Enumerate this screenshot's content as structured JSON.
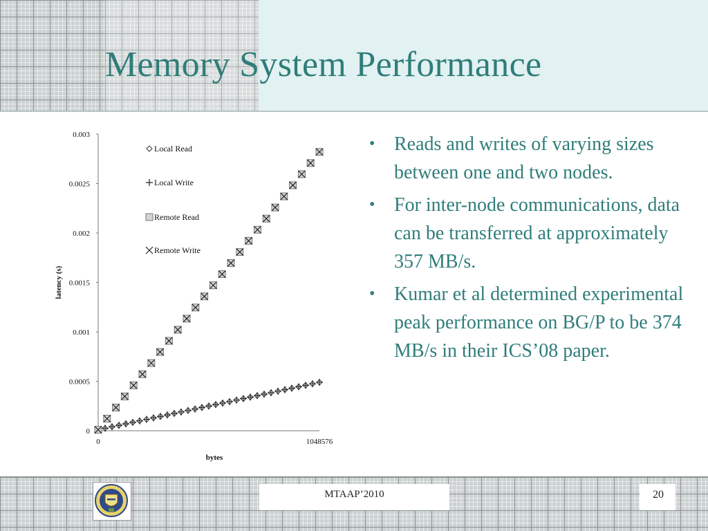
{
  "slide": {
    "title": "Memory System Performance",
    "footer_text": "MTAAP’2010",
    "page_number": "20"
  },
  "bullets": [
    "Reads and writes of varying sizes between one and two nodes.",
    "For inter-node communications, data can be transferred at approximately 357 MB/s.",
    "Kumar et al determined experimental peak performance on BG/P to be 374 MB/s in their ICS’08 paper."
  ],
  "icons": {
    "logo": "university-seal-icon",
    "bullet": "bullet-dot-icon"
  },
  "colors": {
    "title": "#2f7d7a",
    "text": "#2f7d7a",
    "header_band": "#e2f1f1",
    "grid": "#ccd1d1"
  },
  "chart_data": {
    "type": "scatter",
    "xlabel": "bytes",
    "ylabel": "latency (s)",
    "xlim": [
      0,
      1048576
    ],
    "ylim": [
      0,
      0.003
    ],
    "x_ticks": [
      "0",
      "1048576"
    ],
    "y_ticks": [
      "0",
      "0.0005",
      "0.001",
      "0.0015",
      "0.002",
      "0.0025",
      "0.003"
    ],
    "grid": false,
    "legend_position": "top-left-inside",
    "series": [
      {
        "name": "Local Read",
        "marker": "diamond",
        "x": [
          1,
          32768,
          65536,
          98304,
          131072,
          163840,
          196608,
          229376,
          262144,
          294912,
          327680,
          360448,
          393216,
          425984,
          458752,
          491520,
          524288,
          557056,
          589824,
          622592,
          655360,
          688128,
          720896,
          753664,
          786432,
          819200,
          851968,
          884736,
          917504,
          950272,
          983040,
          1015808,
          1048576
        ],
        "y": [
          1e-05,
          2.5e-05,
          4e-05,
          5.5e-05,
          7e-05,
          8.5e-05,
          0.0001,
          0.000115,
          0.00013,
          0.000145,
          0.00016,
          0.000175,
          0.00019,
          0.000205,
          0.00022,
          0.000235,
          0.00025,
          0.000265,
          0.00028,
          0.000295,
          0.00031,
          0.000325,
          0.00034,
          0.000355,
          0.00037,
          0.000385,
          0.0004,
          0.000415,
          0.00043,
          0.000445,
          0.00046,
          0.000475,
          0.00049
        ]
      },
      {
        "name": "Local Write",
        "marker": "plus",
        "x": [
          1,
          32768,
          65536,
          98304,
          131072,
          163840,
          196608,
          229376,
          262144,
          294912,
          327680,
          360448,
          393216,
          425984,
          458752,
          491520,
          524288,
          557056,
          589824,
          622592,
          655360,
          688128,
          720896,
          753664,
          786432,
          819200,
          851968,
          884736,
          917504,
          950272,
          983040,
          1015808,
          1048576
        ],
        "y": [
          1e-05,
          2.5e-05,
          4e-05,
          5.5e-05,
          7e-05,
          8.5e-05,
          0.0001,
          0.000115,
          0.00013,
          0.000145,
          0.00016,
          0.000175,
          0.00019,
          0.000205,
          0.00022,
          0.000235,
          0.00025,
          0.000265,
          0.00028,
          0.000295,
          0.00031,
          0.000325,
          0.00034,
          0.000355,
          0.00037,
          0.000385,
          0.0004,
          0.000415,
          0.00043,
          0.000445,
          0.00046,
          0.000475,
          0.00049
        ]
      },
      {
        "name": "Remote Read",
        "marker": "square",
        "x": [
          1,
          1048576
        ],
        "y": [
          1e-05,
          0.00282
        ]
      },
      {
        "name": "Remote Write",
        "marker": "x",
        "x": [
          1,
          1048576
        ],
        "y": [
          1e-05,
          0.00282
        ]
      }
    ]
  }
}
